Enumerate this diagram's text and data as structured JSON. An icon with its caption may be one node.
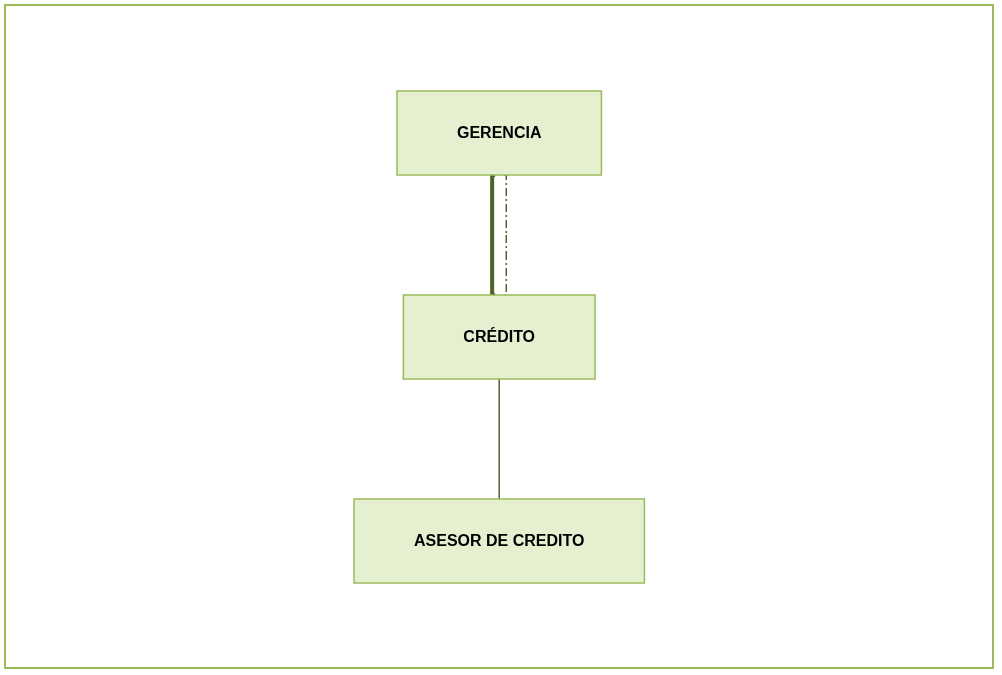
{
  "diagram": {
    "nodes": [
      {
        "text": [
          "GERENCIA"
        ]
      },
      {
        "text": [
          "CRÉDITO"
        ]
      },
      {
        "text": [
          "ASESOR DE CREDITO"
        ]
      }
    ],
    "edges": [
      {
        "from": 0,
        "to": 1,
        "arrow": "none",
        "style": "thick"
      },
      {
        "from": 0,
        "to": 1,
        "arrow": "none",
        "style": "dashed"
      },
      {
        "from": 1,
        "to": 2,
        "arrow": "none"
      }
    ]
  }
}
